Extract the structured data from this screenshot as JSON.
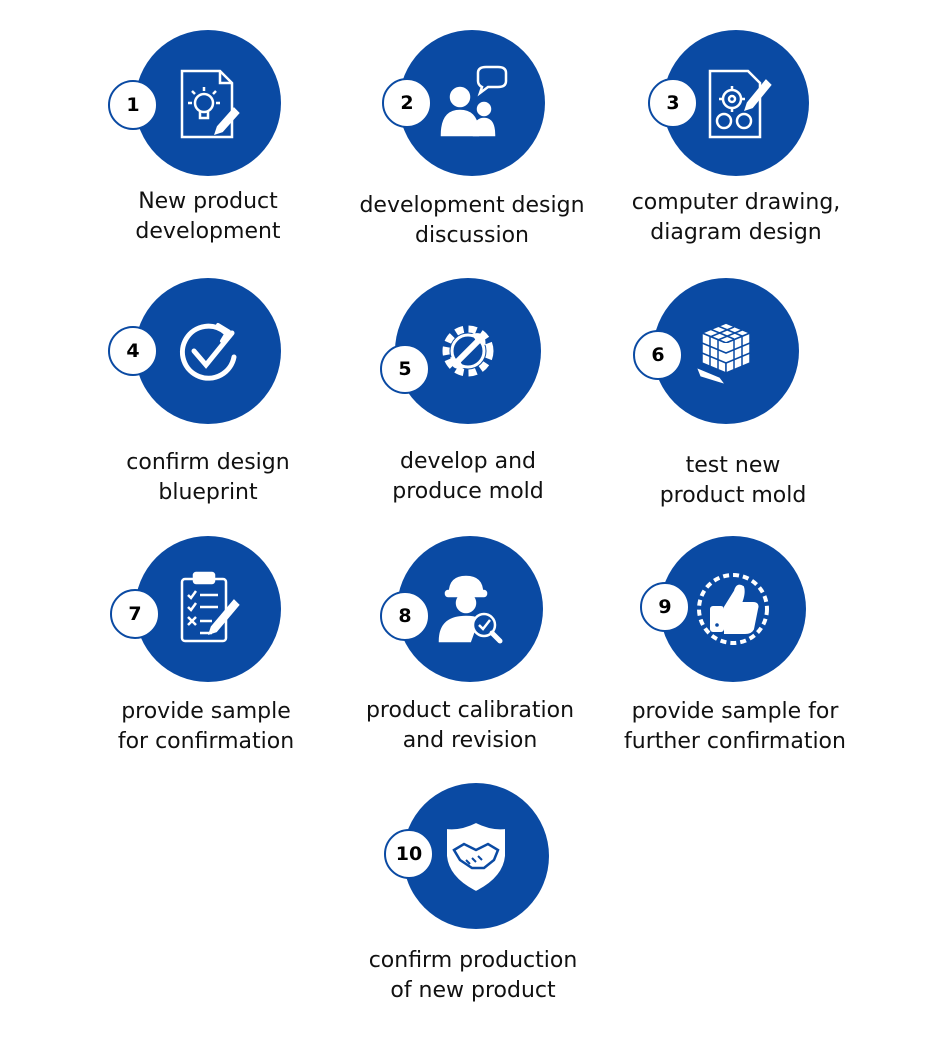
{
  "colors": {
    "primary": "#0a4aa3",
    "badge_bg": "#ffffff",
    "text": "#111111"
  },
  "steps": [
    {
      "number": "1",
      "icon": "idea-document-icon",
      "line1": "New product",
      "line2": "development"
    },
    {
      "number": "2",
      "icon": "discussion-people-icon",
      "line1": "development design",
      "line2": "discussion"
    },
    {
      "number": "3",
      "icon": "gear-drawing-icon",
      "line1": "computer drawing,",
      "line2": "diagram design"
    },
    {
      "number": "4",
      "icon": "check-refresh-icon",
      "line1": "confirm design",
      "line2": "blueprint"
    },
    {
      "number": "5",
      "icon": "gear-wrench-icon",
      "line1": "develop and",
      "line2": "produce mold"
    },
    {
      "number": "6",
      "icon": "cube-puzzle-icon",
      "line1": "test new",
      "line2": "product mold"
    },
    {
      "number": "7",
      "icon": "clipboard-checklist-icon",
      "line1": "provide sample",
      "line2": "for confirmation"
    },
    {
      "number": "8",
      "icon": "inspector-magnifier-icon",
      "line1": "product calibration",
      "line2": "and revision"
    },
    {
      "number": "9",
      "icon": "thumbs-up-badge-icon",
      "line1": "provide sample for",
      "line2": "further confirmation"
    },
    {
      "number": "10",
      "icon": "handshake-shield-icon",
      "line1": "confirm production",
      "line2": "of new product"
    }
  ]
}
